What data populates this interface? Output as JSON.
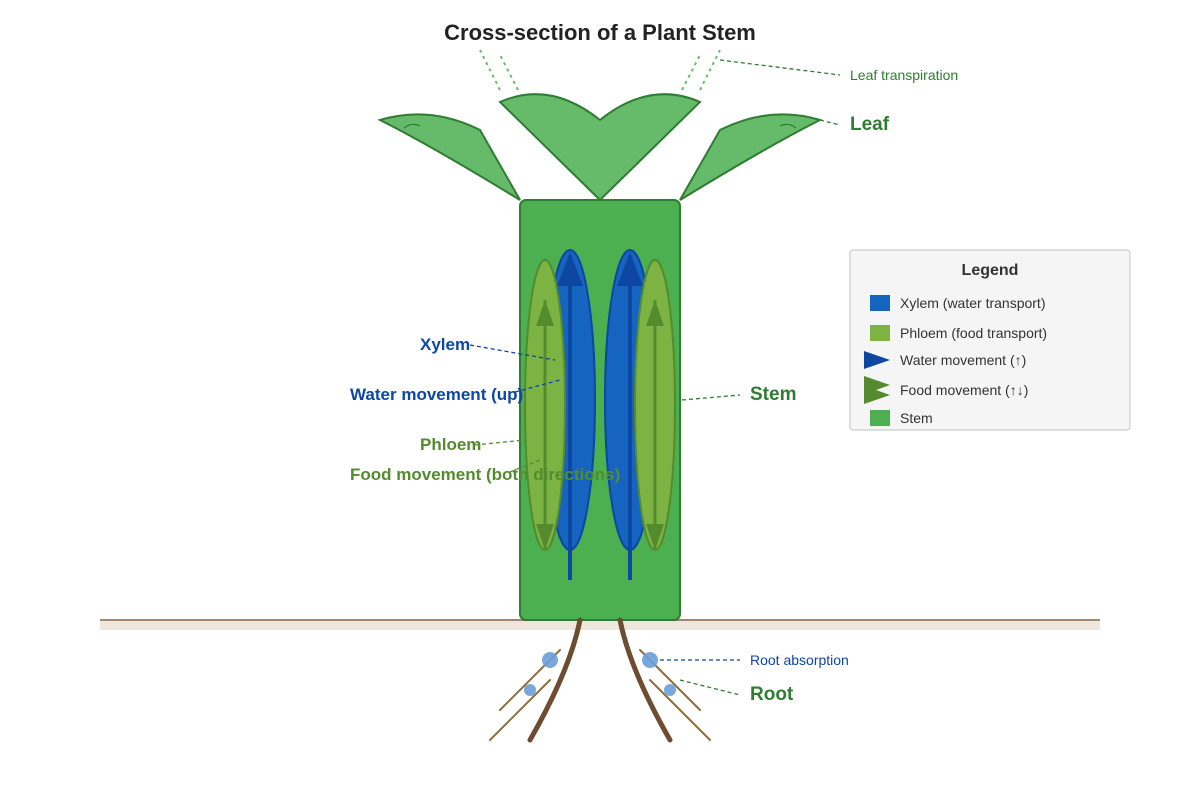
{
  "title": "Cross-section of a Plant Stem",
  "labels": {
    "leaf_transpiration": "Leaf transpiration",
    "leaf": "Leaf",
    "xylem": "Xylem",
    "water_movement": "Water movement (up)",
    "phloem": "Phloem",
    "food_movement": "Food movement (both directions)",
    "stem": "Stem",
    "root_absorption": "Root absorption",
    "root": "Root"
  },
  "legend": {
    "title": "Legend",
    "items": [
      {
        "label": "Xylem (water transport)",
        "swatch": "square",
        "color": "#1565c0"
      },
      {
        "label": "Phloem (food transport)",
        "swatch": "square",
        "color": "#7cb342"
      },
      {
        "label": "Water movement (↑)",
        "swatch": "arrow-right",
        "color": "#0d47a1"
      },
      {
        "label": "Food movement (↑↓)",
        "swatch": "double-arrow",
        "color": "#558b2f"
      },
      {
        "label": "Stem",
        "swatch": "square",
        "color": "#4caf50"
      }
    ]
  },
  "colors": {
    "title": "#222222",
    "leaf_fill": "#66bb6a",
    "leaf_stroke": "#2e7d32",
    "stem_fill": "#4caf50",
    "stem_stroke": "#2e7d32",
    "xylem_fill": "#1565c0",
    "xylem_stroke": "#0d47a1",
    "phloem_fill": "#7cb342",
    "phloem_stroke": "#558b2f",
    "root": "#6d4c2f",
    "root_hair": "#8d6e3c",
    "water_dot": "#6a9fd8",
    "soil": "#efe6dc",
    "soil_line": "#a08770",
    "label_green": "#2e7d32",
    "label_blue": "#0d47a1",
    "label_olive": "#558b2f"
  }
}
